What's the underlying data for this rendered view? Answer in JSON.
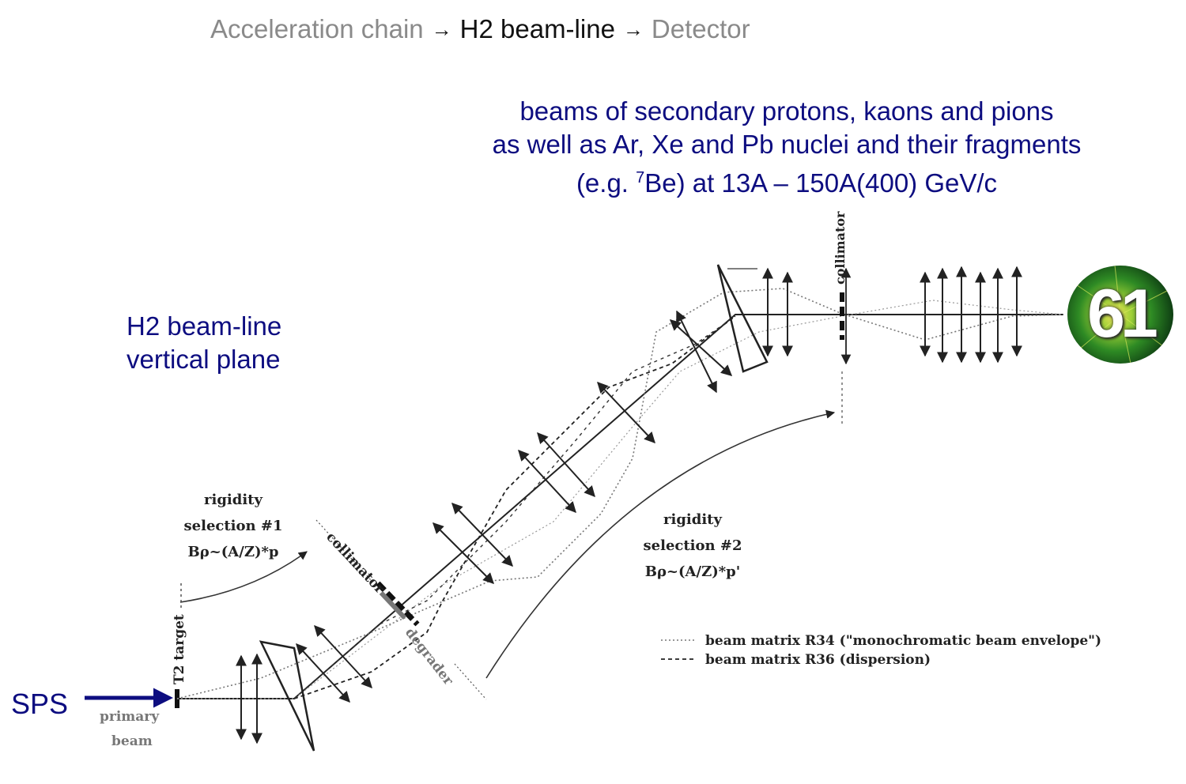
{
  "breadcrumb": {
    "step1": "Acceleration chain",
    "step2": "H2 beam-line",
    "step3": "Detector",
    "arrow": "→"
  },
  "headline": {
    "line1": "beams of secondary protons, kaons and pions",
    "line2": "as well as Ar, Xe and Pb nuclei and their fragments",
    "line3_pre": "(e.g. ",
    "line3_sup": "7",
    "line3_post": "Be) at 13A – 150A(400) GeV/c"
  },
  "side_title": {
    "line1": "H2 beam-line",
    "line2": "vertical plane"
  },
  "sps_label": "SPS",
  "diagram": {
    "primary_beam_line1": "primary",
    "primary_beam_line2": "beam",
    "t2_target": "T2 target",
    "collimator_1": "collimator",
    "degrader": "degrader",
    "collimator_2": "collimator",
    "rigidity_1": {
      "line1": "rigidity",
      "line2": "selection #1",
      "line3": "Bρ~(A/Z)*p"
    },
    "rigidity_2": {
      "line1": "rigidity",
      "line2": "selection #2",
      "line3": "Bρ~(A/Z)*p'"
    },
    "legend": {
      "r34": "beam matrix R34 (\"monochromatic beam envelope\")",
      "r36": "beam matrix R36 (dispersion)"
    }
  },
  "page_number": "61",
  "colors": {
    "heading_blue": "#0d0d80",
    "breadcrumb_grey": "#8a8a8a",
    "diagram_ink": "#222222"
  }
}
